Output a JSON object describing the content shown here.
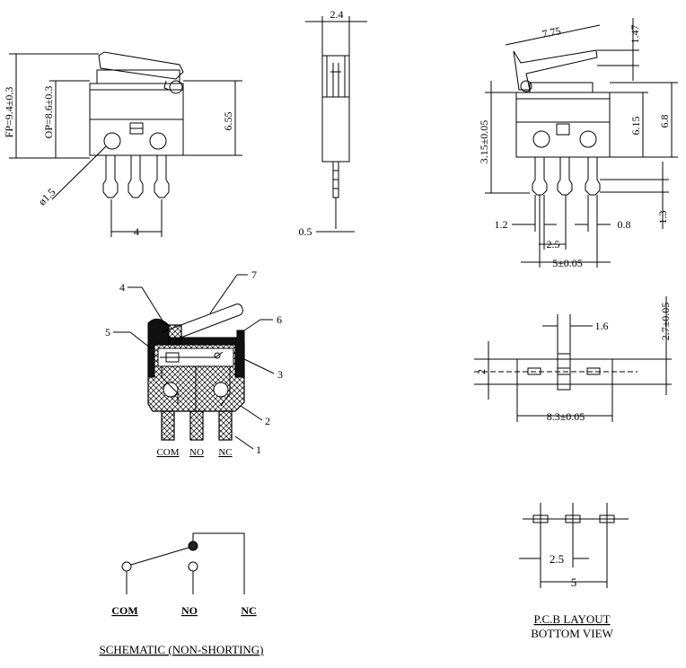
{
  "dimensions": {
    "fp": "FP=9.4±0.3",
    "op": "OP=8.6±0.3",
    "hole_dia": "ø1.5",
    "height_655": "6.55",
    "pin_pitch_4": "4",
    "width_24": "2.4",
    "pin_05": "0.5",
    "lever_775": "7.75",
    "lever_147": "1.47",
    "h_315": "3.15±0.05",
    "h_615": "6.15",
    "h_68": "6.8",
    "off_12": "1.2",
    "off_08": "0.8",
    "pitch_25": "2.5",
    "pitch_5": "5±0.05",
    "pin_13": "1.3",
    "w_16": "1.6",
    "h_27": "2.7±0.05",
    "w_2": "2",
    "len_83": "8.3±0.05",
    "pcb_25": "2.5",
    "pcb_5": "5"
  },
  "parts": {
    "p1": "1",
    "p2": "2",
    "p3": "3",
    "p4": "4",
    "p5": "5",
    "p6": "6",
    "p7": "7"
  },
  "terminals": {
    "com": "COM",
    "no": "NO",
    "nc": "NC"
  },
  "schematic": {
    "com": "COM",
    "no": "NO",
    "nc": "NC",
    "title": "SCHEMATIC (NON-SHORTING)"
  },
  "pcb": {
    "title": "P.C.B LAYOUT",
    "subtitle": "BOTTOM VIEW"
  }
}
